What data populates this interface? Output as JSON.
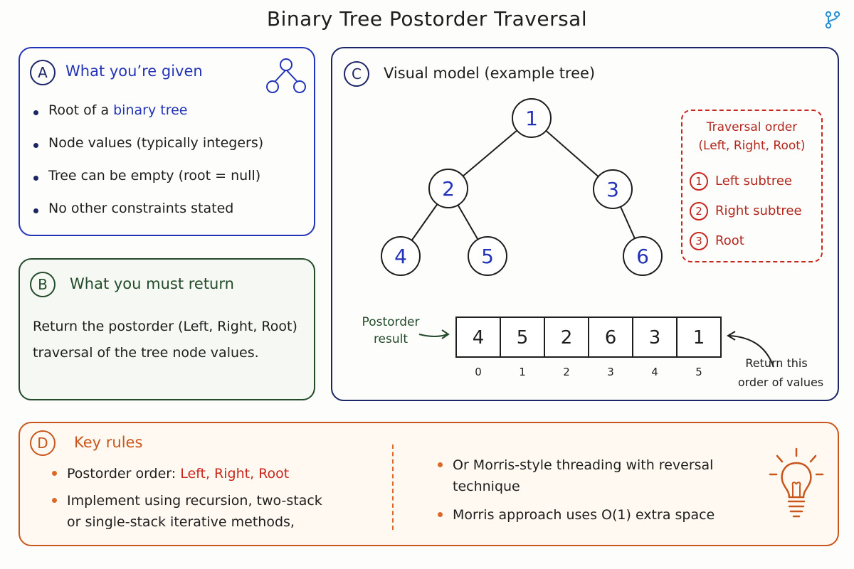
{
  "title": "Binary Tree Postorder Traversal",
  "icons": {
    "brand": "git-branch-icon",
    "tree": "tree-structure-icon",
    "bulb": "light-bulb-icon"
  },
  "colors": {
    "blue": "#2233b8",
    "navy": "#1c2566",
    "green": "#234a2a",
    "red": "#c8261d",
    "orange": "#c8561d"
  },
  "panel_a": {
    "badge": "A",
    "heading": "What you’re given",
    "bullets": [
      {
        "before": "Root of a ",
        "highlight": "binary tree"
      },
      {
        "text": "Node values (typically integers)"
      },
      {
        "text": "Tree can be empty (root = null)"
      },
      {
        "text": "No other constraints stated"
      }
    ]
  },
  "panel_b": {
    "badge": "B",
    "heading": "What you must return",
    "line1": "Return the postorder (Left, Right, Root)",
    "line2": "traversal of the tree node values."
  },
  "panel_c": {
    "badge": "C",
    "heading": "Visual model (example tree)",
    "tree": {
      "nodes": [
        {
          "id": "n1",
          "label": "1"
        },
        {
          "id": "n2",
          "label": "2"
        },
        {
          "id": "n3",
          "label": "3"
        },
        {
          "id": "n4",
          "label": "4"
        },
        {
          "id": "n5",
          "label": "5"
        },
        {
          "id": "n6",
          "label": "6"
        }
      ],
      "edges": [
        [
          "n1",
          "n2"
        ],
        [
          "n1",
          "n3"
        ],
        [
          "n2",
          "n4"
        ],
        [
          "n2",
          "n5"
        ],
        [
          "n3",
          "n6"
        ]
      ]
    },
    "legend": {
      "title_line1": "Traversal order",
      "title_line2": "(Left, Right, Root)",
      "items": [
        {
          "num": "1",
          "label": "Left subtree"
        },
        {
          "num": "2",
          "label": "Right subtree"
        },
        {
          "num": "3",
          "label": "Root"
        }
      ]
    },
    "result": {
      "label_line1": "Postorder",
      "label_line2": "result",
      "values": [
        "4",
        "5",
        "2",
        "6",
        "3",
        "1"
      ],
      "indices": [
        "0",
        "1",
        "2",
        "3",
        "4",
        "5"
      ],
      "note_line1": "Return this",
      "note_line2": "order of values"
    }
  },
  "panel_d": {
    "badge": "D",
    "heading": "Key rules",
    "left_bullets": [
      {
        "before": "Postorder order: ",
        "highlight": "Left, Right, Root"
      },
      {
        "line1": "Implement using recursion, two-stack",
        "line2": "or single-stack iterative methods,"
      }
    ],
    "right_bullets": [
      {
        "line1": "Or Morris-style threading with reversal",
        "line2": "technique"
      },
      {
        "line1": "Morris approach uses O(1) extra space"
      }
    ]
  }
}
